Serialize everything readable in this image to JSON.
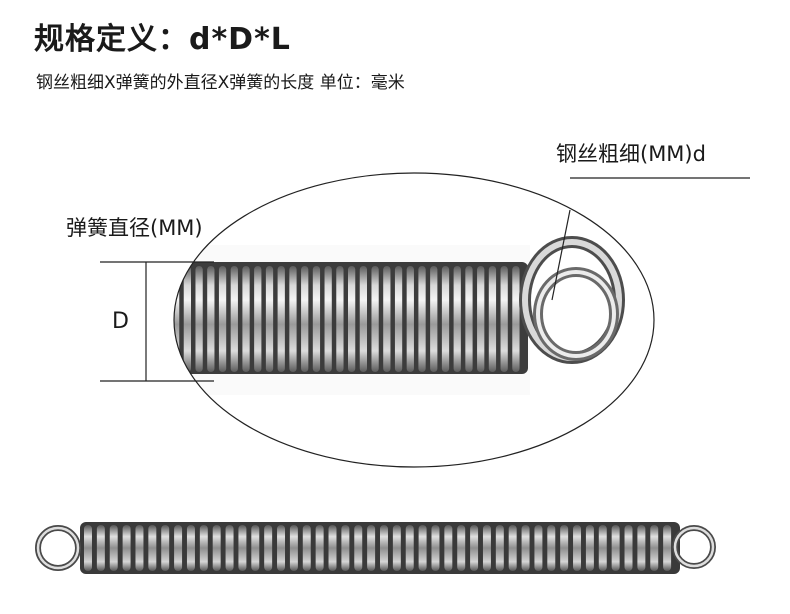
{
  "header": {
    "title": "规格定义：d*D*L",
    "subtitle": "钢丝粗细X弹簧的外直径X弹簧的长度  单位：毫米"
  },
  "annotations": {
    "wire_label": "钢丝粗细(MM)d",
    "diameter_label": "弹簧直径(MM)",
    "diameter_symbol": "D"
  },
  "spring": {
    "coil_count_zoomed": 30,
    "coil_count_full": 46
  },
  "colors": {
    "text": "#1a1a1a",
    "line": "#222222",
    "metal_light": "#e6e6e6",
    "metal_dark": "#4a4a4a"
  }
}
